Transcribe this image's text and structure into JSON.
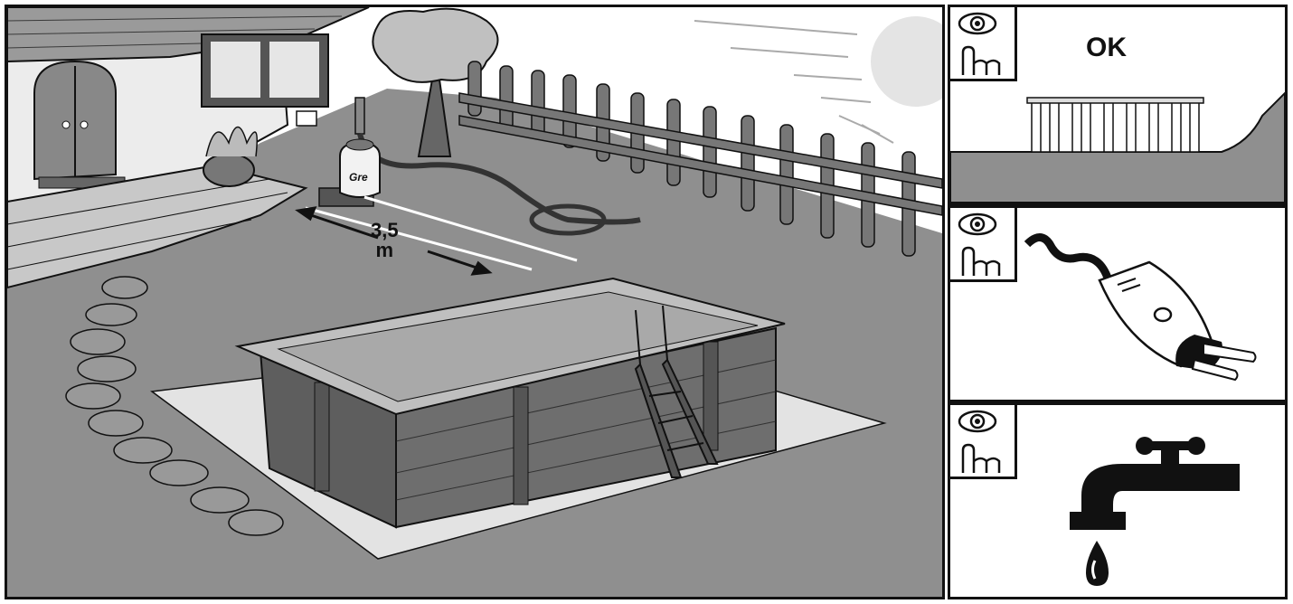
{
  "main_scene": {
    "distance_value": "3,5",
    "distance_unit": "m",
    "filter_brand": "Gre"
  },
  "panels": [
    {
      "id": "level-ground",
      "icon": "inspect-eye-hand-icon",
      "label": "OK"
    },
    {
      "id": "electric-plug",
      "icon": "inspect-eye-hand-icon",
      "label": ""
    },
    {
      "id": "water-tap",
      "icon": "inspect-eye-hand-icon",
      "label": ""
    }
  ],
  "colors": {
    "ground": "#8f8f8f",
    "line": "#111111",
    "background": "#ffffff",
    "pool_wood": "#6e6e6e",
    "water": "#a9a9a9"
  }
}
